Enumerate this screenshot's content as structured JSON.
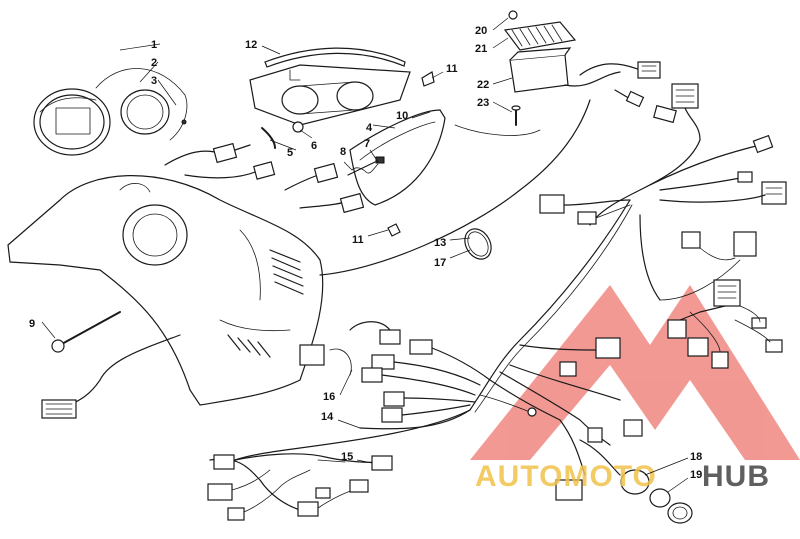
{
  "diagram": {
    "callouts": [
      {
        "id": "c1",
        "label": "1"
      },
      {
        "id": "c2",
        "label": "2"
      },
      {
        "id": "c3",
        "label": "3"
      },
      {
        "id": "c4",
        "label": "4"
      },
      {
        "id": "c5",
        "label": "5"
      },
      {
        "id": "c6",
        "label": "6"
      },
      {
        "id": "c7",
        "label": "7"
      },
      {
        "id": "c8",
        "label": "8"
      },
      {
        "id": "c9",
        "label": "9"
      },
      {
        "id": "c10",
        "label": "10"
      },
      {
        "id": "c11a",
        "label": "11"
      },
      {
        "id": "c11b",
        "label": "11"
      },
      {
        "id": "c12",
        "label": "12"
      },
      {
        "id": "c13",
        "label": "13"
      },
      {
        "id": "c14",
        "label": "14"
      },
      {
        "id": "c15",
        "label": "15"
      },
      {
        "id": "c16",
        "label": "16"
      },
      {
        "id": "c17",
        "label": "17"
      },
      {
        "id": "c18",
        "label": "18"
      },
      {
        "id": "c19",
        "label": "19"
      },
      {
        "id": "c20",
        "label": "20"
      },
      {
        "id": "c21",
        "label": "21"
      },
      {
        "id": "c22",
        "label": "22"
      },
      {
        "id": "c23",
        "label": "23"
      }
    ]
  },
  "watermark": {
    "text_left": "AUTOMOTO",
    "text_right": "HUB",
    "color_red": "#e8453c",
    "color_gold": "#f0c24b",
    "color_dark": "#444444"
  }
}
